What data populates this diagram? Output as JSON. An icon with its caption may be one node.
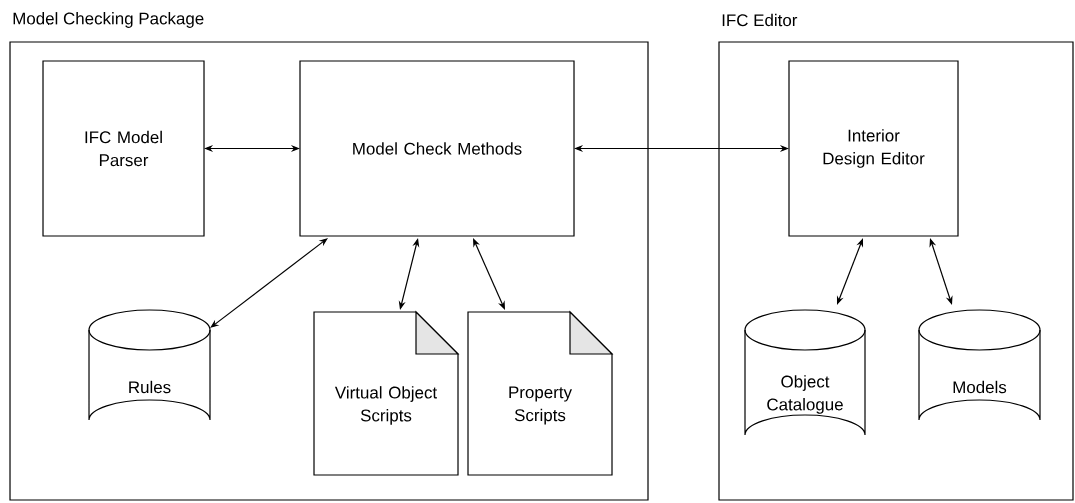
{
  "diagram": {
    "nodes": [
      {
        "text": [
          "Model Checking Package"
        ]
      },
      {
        "text": [
          "IFC Model Parser"
        ],
        "in": 0
      },
      {
        "text": [
          "Model Check Methods"
        ],
        "in": 0
      },
      {
        "text": [
          "Rules"
        ],
        "in": 0
      },
      {
        "text": [
          "Virtual Object Scripts"
        ],
        "in": 0
      },
      {
        "text": [
          "Property Scripts"
        ],
        "in": 0
      },
      {
        "text": [
          "IFC Editor"
        ]
      },
      {
        "text": [
          "Interior Design Editor"
        ],
        "in": 6
      },
      {
        "text": [
          "Object Catalogue"
        ],
        "in": 6
      },
      {
        "text": [
          "Models"
        ],
        "in": 6
      }
    ],
    "edges": [
      {
        "from": 1,
        "to": 2,
        "arrow": "both"
      },
      {
        "from": 2,
        "to": 7,
        "arrow": "both"
      },
      {
        "from": 2,
        "to": 3,
        "arrow": "both"
      },
      {
        "from": 2,
        "to": 4,
        "arrow": "both"
      },
      {
        "from": 2,
        "to": 5,
        "arrow": "both"
      },
      {
        "from": 7,
        "to": 8,
        "arrow": "both"
      },
      {
        "from": 7,
        "to": 9,
        "arrow": "both"
      }
    ]
  }
}
